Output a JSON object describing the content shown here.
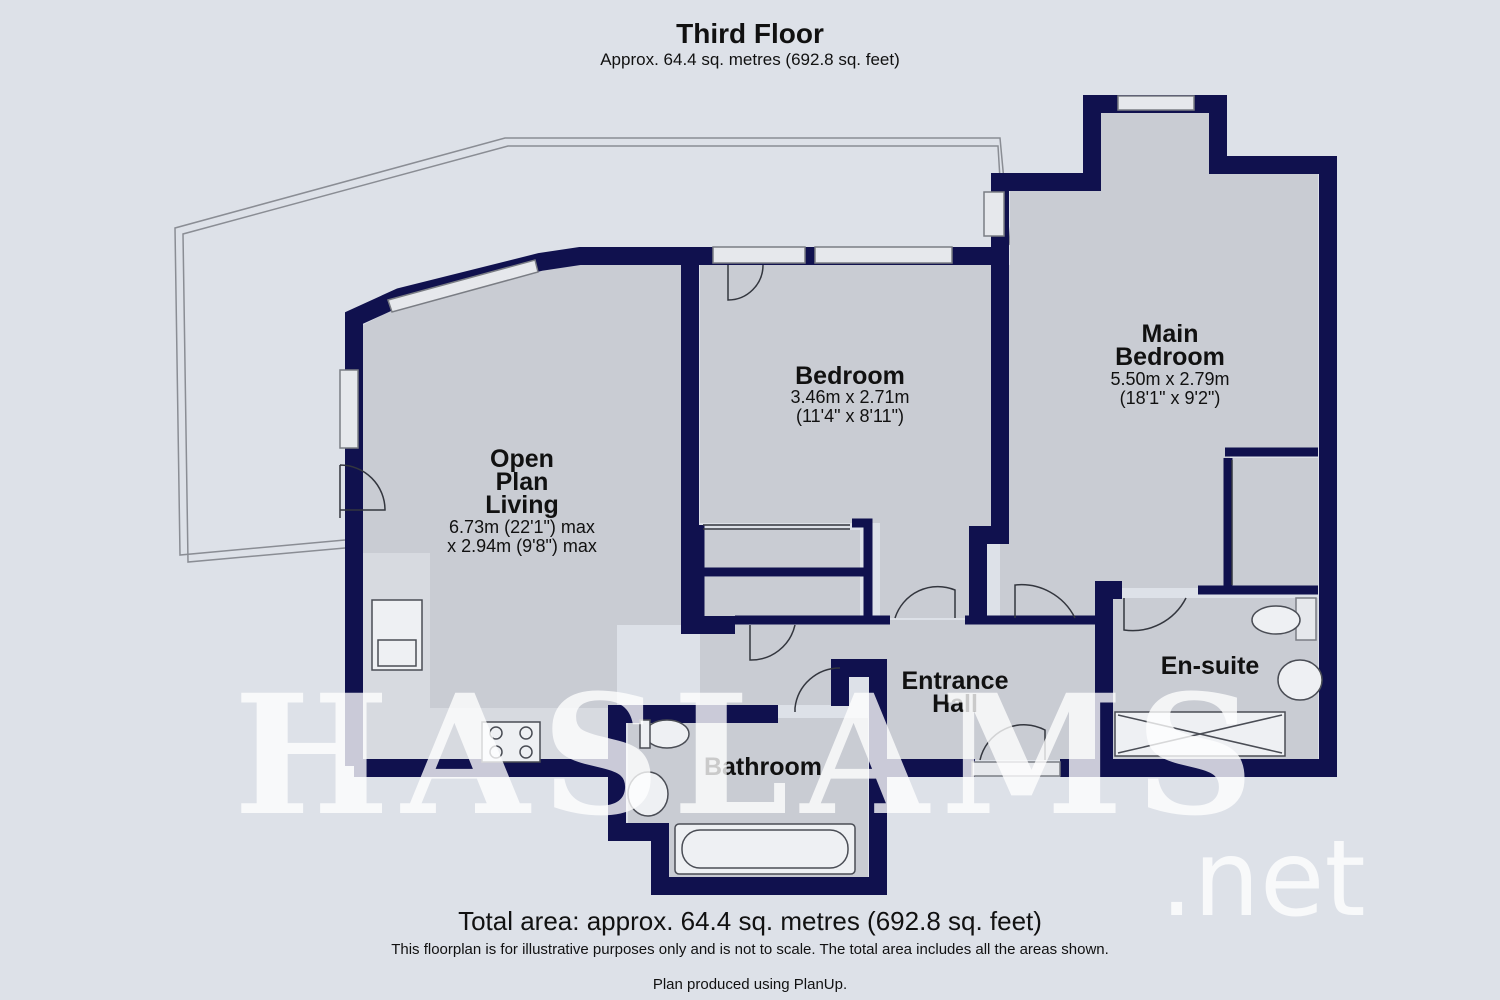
{
  "header": {
    "floor": "Third Floor",
    "area": "Approx. 64.4 sq. metres (692.8 sq. feet)"
  },
  "rooms": {
    "living": {
      "name_lines": [
        "Open",
        "Plan",
        "Living"
      ],
      "dim1": "6.73m (22'1\") max",
      "dim2": "x 2.94m (9'8\") max"
    },
    "bedroom": {
      "name": "Bedroom",
      "dim1": "3.46m x 2.71m",
      "dim2": "(11'4\" x 8'11\")"
    },
    "main_bedroom": {
      "name_lines": [
        "Main",
        "Bedroom"
      ],
      "dim1": "5.50m x 2.79m",
      "dim2": "(18'1\" x 9'2\")"
    },
    "ensuite": {
      "name": "En-suite"
    },
    "entrance": {
      "name_lines": [
        "Entrance",
        "Hall"
      ]
    },
    "bathroom": {
      "name": "Bathroom"
    }
  },
  "footer": {
    "total": "Total area: approx. 64.4 sq. metres (692.8 sq. feet)",
    "note": "This floorplan is for illustrative purposes only and is not to scale. The total area includes all the areas shown.",
    "credit": "Plan produced using PlanUp."
  },
  "watermark": {
    "brand": "HASLAMS",
    "suffix": ".net"
  },
  "colors": {
    "background": "#dde1e8",
    "room_fill": "#c9ccd3",
    "wall": "#10114e"
  }
}
